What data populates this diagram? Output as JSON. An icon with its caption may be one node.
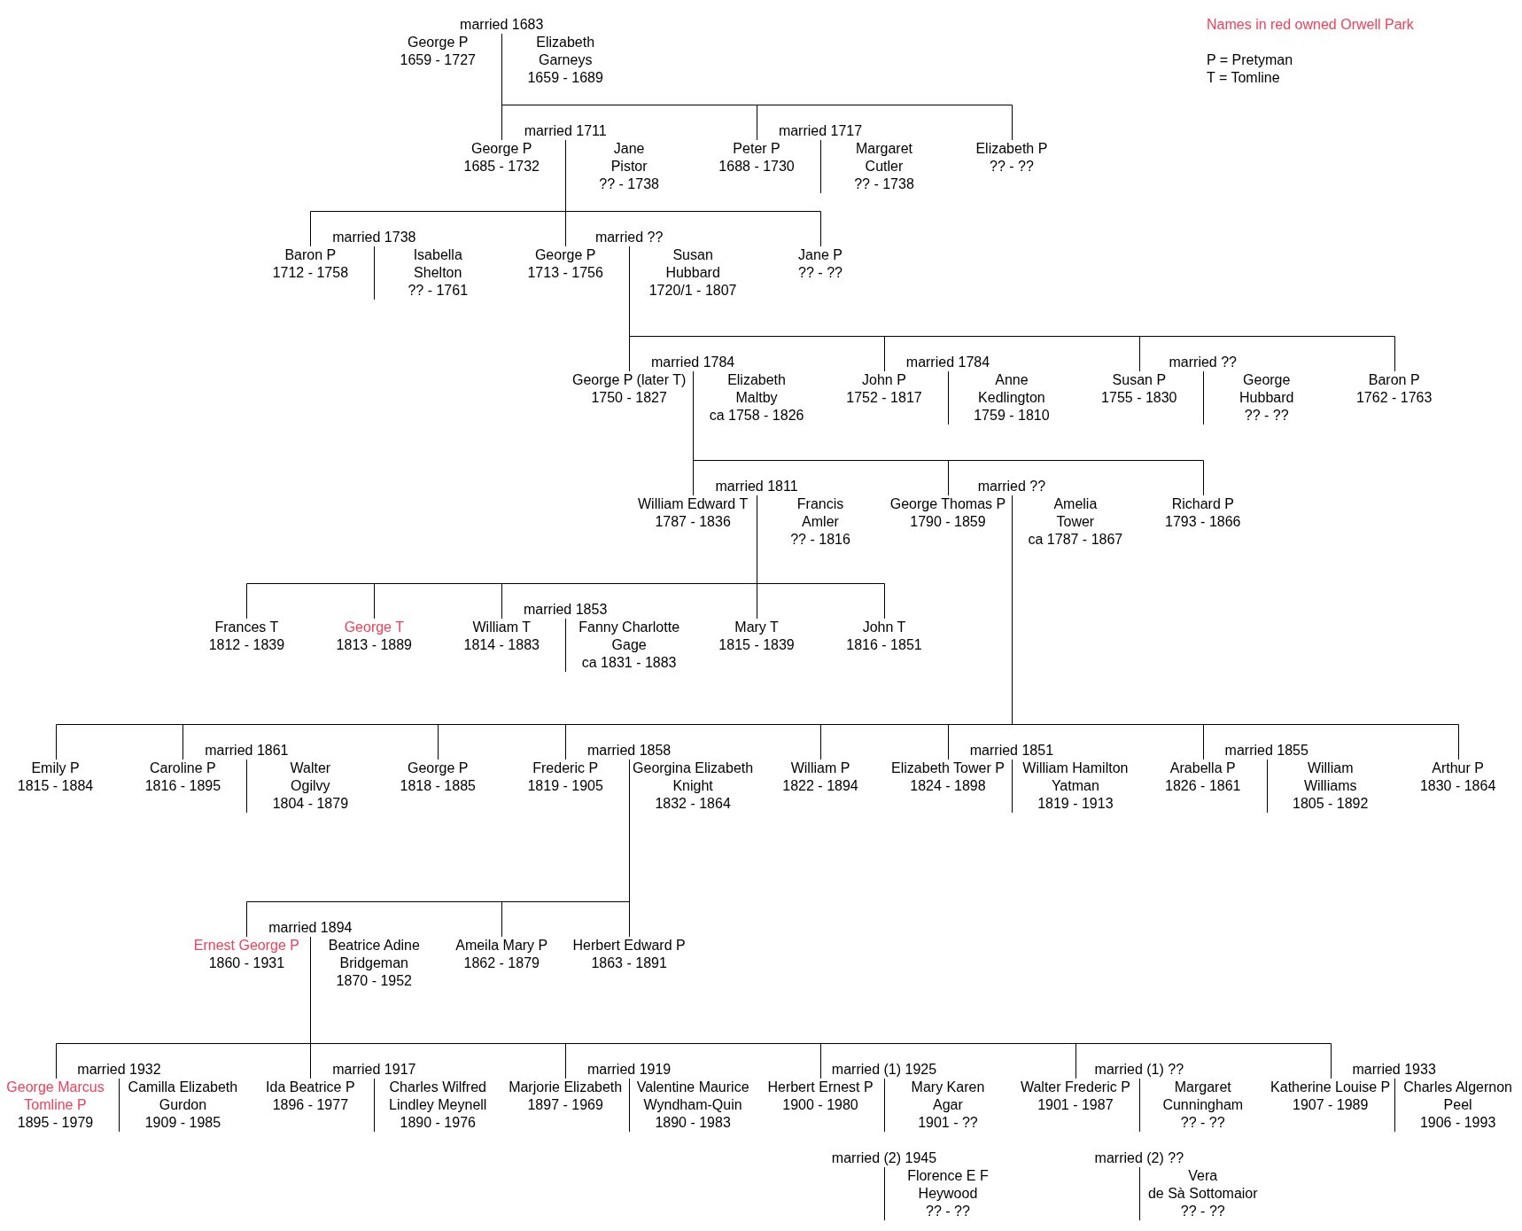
{
  "diagram": {
    "nodes": [
      {
        "text": [
          "married 1683"
        ]
      },
      {
        "text": [
          "George P",
          "1659 - 1727"
        ]
      },
      {
        "text": [
          "Elizabeth Garneys",
          "1659 - 1689"
        ]
      },
      {
        "text": [
          "married 1711"
        ]
      },
      {
        "text": [
          "George P",
          "1685 - 1732"
        ]
      },
      {
        "text": [
          "Jane Pistor",
          "?? - 1738"
        ]
      },
      {
        "text": [
          "married 1717"
        ]
      },
      {
        "text": [
          "Peter P",
          "1688 - 1730"
        ]
      },
      {
        "text": [
          "Margaret Cutler",
          "?? - 1738"
        ]
      },
      {
        "text": [
          "Elizabeth P",
          "?? - ??"
        ]
      },
      {
        "text": [
          "married 1738"
        ]
      },
      {
        "text": [
          "Baron P",
          "1712 - 1758"
        ]
      },
      {
        "text": [
          "Isabella Shelton",
          "?? - 1761"
        ]
      },
      {
        "text": [
          "married ??"
        ]
      },
      {
        "text": [
          "George P",
          "1713 - 1756"
        ]
      },
      {
        "text": [
          "Susan Hubbard",
          "1720/1 - 1807"
        ]
      },
      {
        "text": [
          "Jane P",
          "?? - ??"
        ]
      },
      {
        "text": [
          "married 1784"
        ]
      },
      {
        "text": [
          "George P (later T)",
          "1750 - 1827"
        ]
      },
      {
        "text": [
          "Elizabeth Maltby",
          "ca 1758 - 1826"
        ]
      },
      {
        "text": [
          "married 1784"
        ]
      },
      {
        "text": [
          "John P",
          "1752 - 1817"
        ]
      },
      {
        "text": [
          "Anne Kedlington",
          "1759 - 1810"
        ]
      },
      {
        "text": [
          "married ??"
        ]
      },
      {
        "text": [
          "Susan P",
          "1755 - 1830"
        ]
      },
      {
        "text": [
          "George Hubbard",
          "?? - ??"
        ]
      },
      {
        "text": [
          "Baron P",
          "1762 - 1763"
        ]
      },
      {
        "text": [
          "married 1811"
        ]
      },
      {
        "text": [
          "William Edward T",
          "1787 - 1836"
        ]
      },
      {
        "text": [
          "Francis Amler",
          "?? - 1816"
        ]
      },
      {
        "text": [
          "married ??"
        ]
      },
      {
        "text": [
          "George Thomas P",
          "1790 - 1859"
        ]
      },
      {
        "text": [
          "Amelia Tower",
          "ca 1787 - 1867"
        ]
      },
      {
        "text": [
          "Richard P",
          "1793 - 1866"
        ]
      },
      {
        "text": [
          "Frances T",
          "1812 - 1839"
        ]
      },
      {
        "text": [
          "George T",
          "1813 - 1889"
        ]
      },
      {
        "text": [
          "married 1853"
        ]
      },
      {
        "text": [
          "William T",
          "1814 - 1883"
        ]
      },
      {
        "text": [
          "Fanny Charlotte Gage",
          "ca 1831 - 1883"
        ]
      },
      {
        "text": [
          "Mary T",
          "1815 - 1839"
        ]
      },
      {
        "text": [
          "John T",
          "1816 - 1851"
        ]
      },
      {
        "text": [
          "Emily P",
          "1815 - 1884"
        ]
      },
      {
        "text": [
          "married 1861"
        ]
      },
      {
        "text": [
          "Caroline P",
          "1816 - 1895"
        ]
      },
      {
        "text": [
          "Walter Ogilvy",
          "1804 - 1879"
        ]
      },
      {
        "text": [
          "George P",
          "1818 - 1885"
        ]
      },
      {
        "text": [
          "married 1858"
        ]
      },
      {
        "text": [
          "Frederic P",
          "1819 - 1905"
        ]
      },
      {
        "text": [
          "Georgina Elizabeth Knight",
          "1832 - 1864"
        ]
      },
      {
        "text": [
          "William P",
          "1822 - 1894"
        ]
      },
      {
        "text": [
          "married 1851"
        ]
      },
      {
        "text": [
          "Elizabeth Tower P",
          "1824 - 1898"
        ]
      },
      {
        "text": [
          "William Hamilton Yatman",
          "1819 - 1913"
        ]
      },
      {
        "text": [
          "married 1855"
        ]
      },
      {
        "text": [
          "Arabella P",
          "1826 - 1861"
        ]
      },
      {
        "text": [
          "William Williams",
          "1805 - 1892"
        ]
      },
      {
        "text": [
          "Arthur P",
          "1830 - 1864"
        ]
      },
      {
        "text": [
          "married 1894"
        ]
      },
      {
        "text": [
          "Ernest George P",
          "1860 - 1931"
        ]
      },
      {
        "text": [
          "Beatrice Adine Bridgeman",
          "1870 - 1952"
        ]
      },
      {
        "text": [
          "Ameila Mary P",
          "1862 - 1879"
        ]
      },
      {
        "text": [
          "Herbert Edward P",
          "1863 - 1891"
        ]
      },
      {
        "text": [
          "married 1932"
        ]
      },
      {
        "text": [
          "George Marcus Tomline P",
          "1895 - 1979"
        ]
      },
      {
        "text": [
          "Camilla Elizabeth Gurdon",
          "1909 - 1985"
        ]
      },
      {
        "text": [
          "married 1917"
        ]
      },
      {
        "text": [
          "Ida Beatrice P",
          "1896 - 1977"
        ]
      },
      {
        "text": [
          "Charles Wilfred Lindley Meynell",
          "1890 - 1976"
        ]
      },
      {
        "text": [
          "married 1919"
        ]
      },
      {
        "text": [
          "Marjorie Elizabeth",
          "1897 - 1969"
        ]
      },
      {
        "text": [
          "Valentine Maurice Wyndham-Quin",
          "1890 - 1983"
        ]
      },
      {
        "text": [
          "married (1) 1925"
        ]
      },
      {
        "text": [
          "Herbert Ernest P",
          "1900 - 1980"
        ]
      },
      {
        "text": [
          "Mary Karen Agar",
          "1901 - ??"
        ]
      },
      {
        "text": [
          "married (1) ??"
        ]
      },
      {
        "text": [
          "Walter Frederic P",
          "1901 - 1987"
        ]
      },
      {
        "text": [
          "Margaret Cunningham",
          "?? - ??"
        ]
      },
      {
        "text": [
          "married 1933"
        ]
      },
      {
        "text": [
          "Katherine Louise P",
          "1907 - 1989"
        ]
      },
      {
        "text": [
          "Charles Algernon Peel",
          "1906 - 1993"
        ]
      },
      {
        "text": [
          "married (2) 1945"
        ]
      },
      {
        "text": [
          "Florence E F Heywood",
          "?? - ??"
        ]
      },
      {
        "text": [
          "married (2) ??"
        ]
      },
      {
        "text": [
          "Vera de Sà Sottomaior",
          "?? - ??"
        ]
      }
    ],
    "edges": [
      {
        "from": 0,
        "to": 4,
        "arrow": "none"
      },
      {
        "from": 0,
        "to": 7,
        "arrow": "none"
      },
      {
        "from": 0,
        "to": 9,
        "arrow": "none"
      },
      {
        "from": 3,
        "to": 11,
        "arrow": "none"
      },
      {
        "from": 3,
        "to": 14,
        "arrow": "none"
      },
      {
        "from": 3,
        "to": 16,
        "arrow": "none"
      },
      {
        "from": 13,
        "to": 18,
        "arrow": "none"
      },
      {
        "from": 13,
        "to": 21,
        "arrow": "none"
      },
      {
        "from": 13,
        "to": 24,
        "arrow": "none"
      },
      {
        "from": 13,
        "to": 26,
        "arrow": "none"
      },
      {
        "from": 17,
        "to": 28,
        "arrow": "none"
      },
      {
        "from": 17,
        "to": 31,
        "arrow": "none"
      },
      {
        "from": 17,
        "to": 33,
        "arrow": "none"
      },
      {
        "from": 27,
        "to": 34,
        "arrow": "none"
      },
      {
        "from": 27,
        "to": 35,
        "arrow": "none"
      },
      {
        "from": 27,
        "to": 37,
        "arrow": "none"
      },
      {
        "from": 27,
        "to": 39,
        "arrow": "none"
      },
      {
        "from": 27,
        "to": 40,
        "arrow": "none"
      },
      {
        "from": 30,
        "to": 41,
        "arrow": "none"
      },
      {
        "from": 30,
        "to": 43,
        "arrow": "none"
      },
      {
        "from": 30,
        "to": 45,
        "arrow": "none"
      },
      {
        "from": 30,
        "to": 47,
        "arrow": "none"
      },
      {
        "from": 30,
        "to": 49,
        "arrow": "none"
      },
      {
        "from": 30,
        "to": 51,
        "arrow": "none"
      },
      {
        "from": 30,
        "to": 54,
        "arrow": "none"
      },
      {
        "from": 30,
        "to": 56,
        "arrow": "none"
      },
      {
        "from": 46,
        "to": 58,
        "arrow": "none"
      },
      {
        "from": 46,
        "to": 60,
        "arrow": "none"
      },
      {
        "from": 46,
        "to": 61,
        "arrow": "none"
      },
      {
        "from": 57,
        "to": 63,
        "arrow": "none"
      },
      {
        "from": 57,
        "to": 66,
        "arrow": "none"
      },
      {
        "from": 57,
        "to": 69,
        "arrow": "none"
      },
      {
        "from": 57,
        "to": 72,
        "arrow": "none"
      },
      {
        "from": 57,
        "to": 75,
        "arrow": "none"
      },
      {
        "from": 57,
        "to": 78,
        "arrow": "none"
      }
    ],
    "labels": [
      "Names in red owned Orwell Park",
      "P = Pretyman",
      "T = Tomline"
    ]
  }
}
